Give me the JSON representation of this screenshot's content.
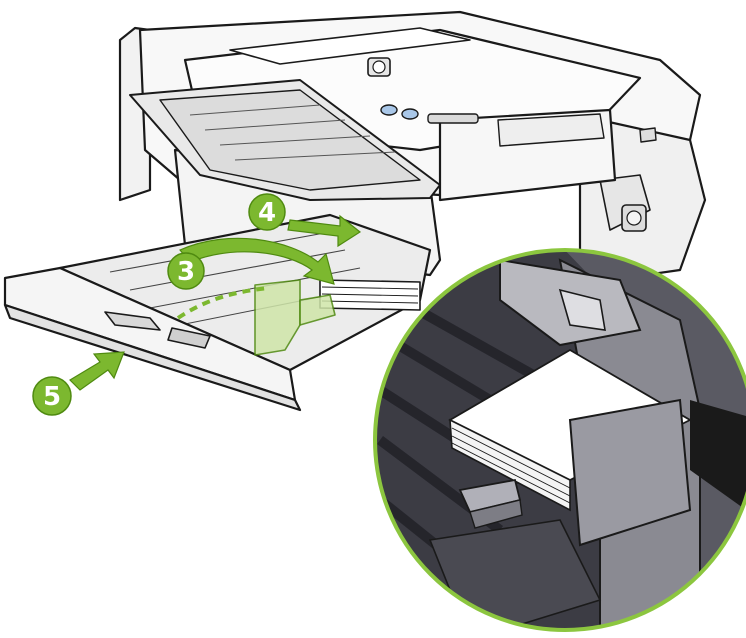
{
  "diagram": {
    "steps": [
      {
        "id": "step-3",
        "label": "3"
      },
      {
        "id": "step-4",
        "label": "4"
      },
      {
        "id": "step-5",
        "label": "5"
      }
    ],
    "colors": {
      "accent": "#7cb82f",
      "accent_dark": "#4f8a10",
      "guide_fill": "#cfe6a9",
      "outline": "#1a1a1a",
      "body": "#f7f7f7",
      "tray": "#ececec",
      "inset_bg": "#3c3c44",
      "inset_ring": "#8cc63f"
    },
    "icons": [
      "hp-logo-icon",
      "arrow-icon",
      "magnifier-inset"
    ]
  }
}
